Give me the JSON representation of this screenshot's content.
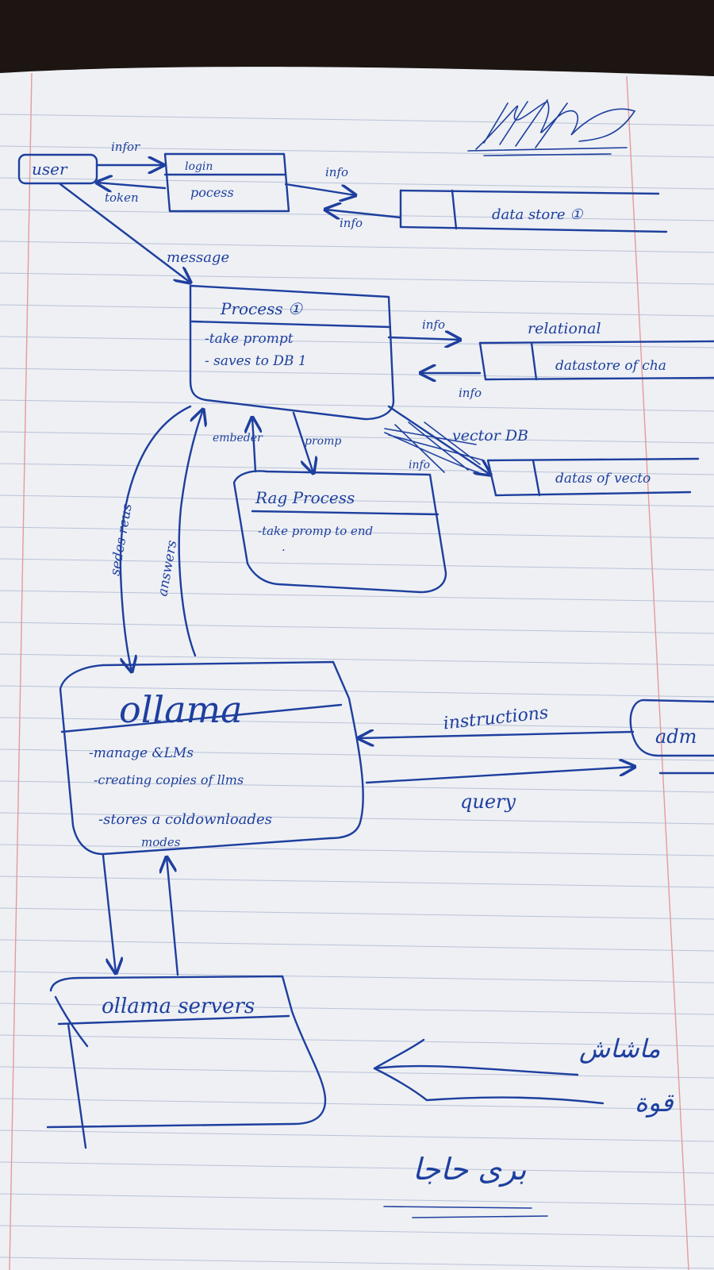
{
  "colors": {
    "ink": "#1e3f9e",
    "paper": "#eef0f4",
    "rule_line": "#b9c2d6",
    "margin_line": "#e79a9a",
    "background": "#1c1512"
  },
  "signature": "signature",
  "entities": {
    "user": "user",
    "admin": "adm"
  },
  "processes": {
    "login": {
      "title": "login",
      "body": "pocess"
    },
    "process1": {
      "title": "Process ①",
      "line1": "-take prompt",
      "line2": "- saves to DB 1"
    },
    "rag": {
      "title": "Rag Process",
      "line1": "-take promp to end",
      "line2": "."
    },
    "ollama": {
      "title": "ollama",
      "line1": "-manage &LMs",
      "line2": "-creating copies of llms",
      "line3": "-stores a coldownloades",
      "line4": "modes"
    },
    "servers": {
      "title": "ollama servers"
    }
  },
  "datastores": {
    "ds1": {
      "label": "data store ①"
    },
    "relational": {
      "heading": "relational",
      "label": "datastore of cha"
    },
    "vector": {
      "heading": "vector DB",
      "label": "datas of vecto"
    }
  },
  "flows": {
    "info_user": "infor",
    "token": "token",
    "info_ds1_out": "info",
    "info_ds1_in": "info",
    "message": "message",
    "info_rel_out": "info",
    "info_rel_in": "info",
    "info_vec": "info",
    "embed": "embeder",
    "promp": "promp",
    "sends": "sedes reus",
    "answers": "answers",
    "instructions": "instructions",
    "query": "query"
  },
  "arabic": {
    "line1": "ماشاش",
    "line2": "قوة",
    "line3": "برى حاجا"
  }
}
